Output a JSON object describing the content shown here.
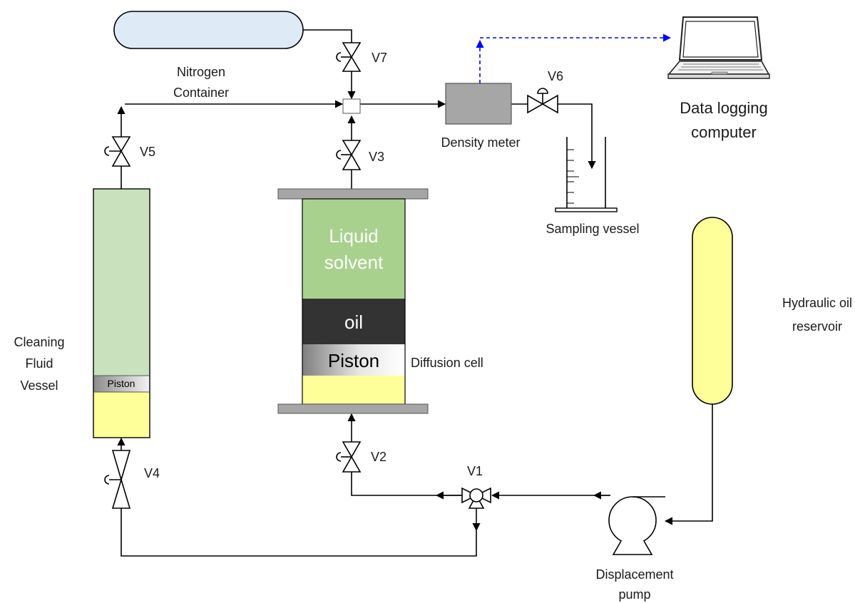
{
  "labels": {
    "nitrogen_container": [
      "Nitrogen",
      "Container"
    ],
    "density_meter": "Density meter",
    "sampling_vessel": "Sampling vessel",
    "data_logging_computer": [
      "Data logging",
      "computer"
    ],
    "hydraulic_oil_reservoir": [
      "Hydraulic oil",
      "reservoir"
    ],
    "cleaning_fluid_vessel": [
      "Cleaning",
      "Fluid",
      "Vessel"
    ],
    "diffusion_cell": "Diffusion cell",
    "displacement_pump": [
      "Displacement",
      "pump"
    ]
  },
  "cell": {
    "solvent": [
      "Liquid",
      "solvent"
    ],
    "oil": "oil",
    "piston": "Piston"
  },
  "cleaning_vessel": {
    "piston": "Piston"
  },
  "valves": {
    "v1": "V1",
    "v2": "V2",
    "v3": "V3",
    "v4": "V4",
    "v5": "V5",
    "v6": "V6",
    "v7": "V7"
  },
  "colors": {
    "solvent_green": "#a9d18e",
    "light_green": "#c9e2bd",
    "oil_dark": "#333333",
    "hydraulic_yellow": "#ffff99",
    "gas_blue": "#deebf7",
    "meter_gray": "#a6a6a6",
    "plate_gray": "#a6a6a6",
    "signal_blue": "#0000ff"
  }
}
